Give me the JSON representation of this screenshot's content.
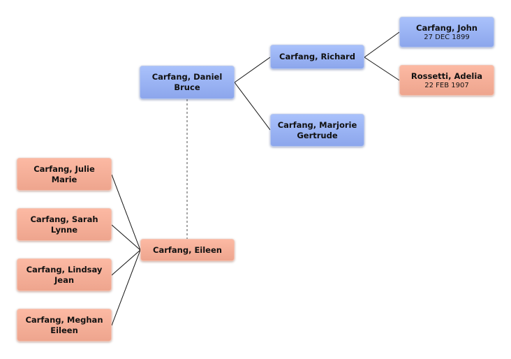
{
  "tree": {
    "people": {
      "daniel": {
        "name": "Carfang, Daniel Bruce",
        "date": "",
        "sex": "male"
      },
      "richard": {
        "name": "Carfang, Richard",
        "date": "",
        "sex": "male"
      },
      "marjorie": {
        "name": "Carfang, Marjorie Gertrude",
        "date": "",
        "sex": "male"
      },
      "john": {
        "name": "Carfang, John",
        "date": "27 DEC 1899",
        "sex": "male"
      },
      "adelia": {
        "name": "Rossetti, Adelia",
        "date": "22 FEB 1907",
        "sex": "female"
      },
      "eileen": {
        "name": "Carfang, Eileen",
        "date": "",
        "sex": "female"
      },
      "julie": {
        "name": "Carfang, Julie Marie",
        "date": "",
        "sex": "female"
      },
      "sarah": {
        "name": "Carfang, Sarah Lynne",
        "date": "",
        "sex": "female"
      },
      "lindsay": {
        "name": "Carfang, Lindsay Jean",
        "date": "",
        "sex": "female"
      },
      "meghan": {
        "name": "Carfang, Meghan Eileen",
        "date": "",
        "sex": "female"
      }
    },
    "colors": {
      "male_fill": "#97b0f3",
      "female_fill": "#f5ad96",
      "connector": "#111111",
      "spouse_line": "#888888"
    }
  }
}
